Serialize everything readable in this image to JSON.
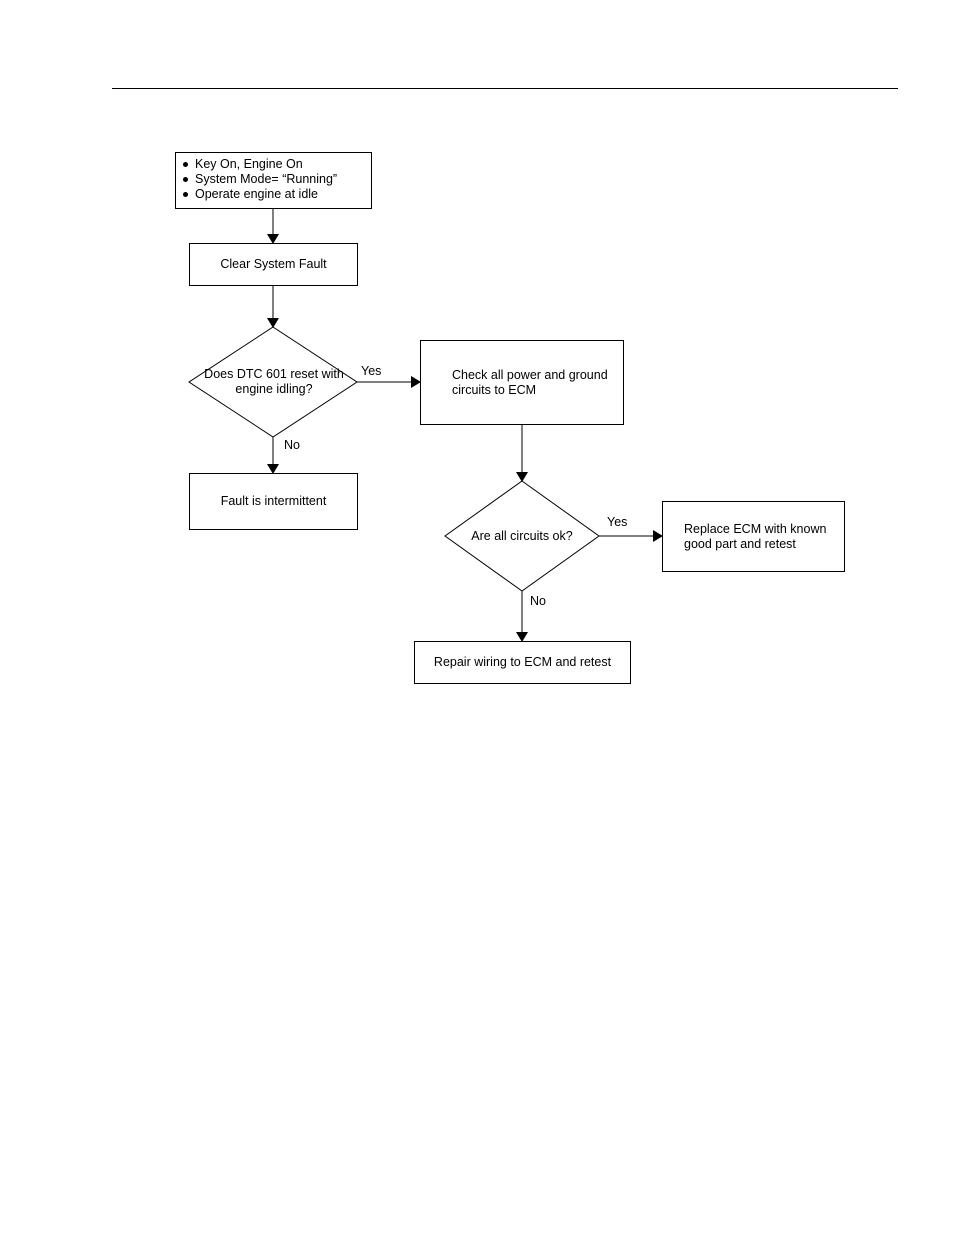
{
  "flowchart": {
    "start": {
      "items": [
        "Key On, Engine On",
        "System Mode= “Running”",
        "Operate engine at idle"
      ]
    },
    "clear_fault": "Clear System Fault",
    "decision_dtc": "Does DTC 601 reset with engine idling?",
    "intermittent": "Fault is intermittent",
    "check_circuits": "Check all power and ground circuits to ECM",
    "decision_circuits": "Are all circuits ok?",
    "replace_ecm": "Replace ECM with known good part and retest",
    "repair_wiring": "Repair wiring to ECM and retest",
    "edges": {
      "dtc_yes": "Yes",
      "dtc_no": "No",
      "circuits_yes": "Yes",
      "circuits_no": "No"
    }
  }
}
